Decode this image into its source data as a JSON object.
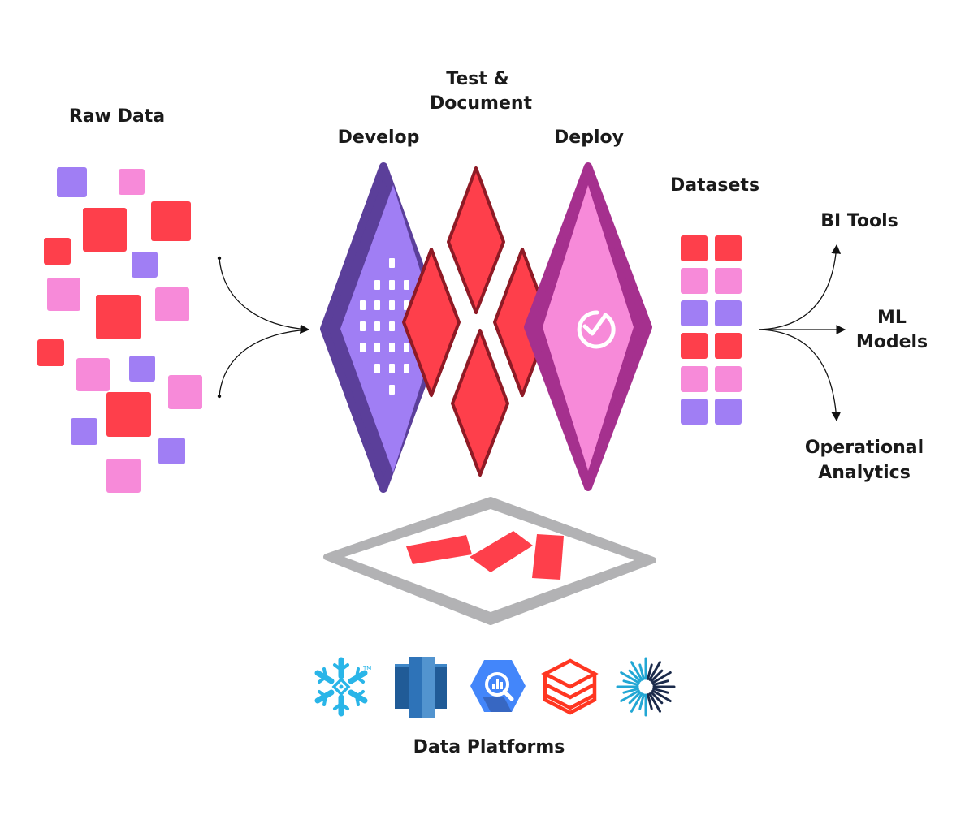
{
  "labels": {
    "raw_data": "Raw Data",
    "test_document": [
      "Test &",
      "Document"
    ],
    "develop": "Develop",
    "deploy": "Deploy",
    "datasets": "Datasets",
    "bi_tools": "BI Tools",
    "ml_models": [
      "ML",
      "Models"
    ],
    "operational_analytics": [
      "Operational",
      "Analytics"
    ],
    "data_platforms": "Data Platforms"
  },
  "trademark": "TM",
  "platform_logos": [
    "snowflake-logo",
    "redshift-logo",
    "bigquery-logo",
    "databricks-logo",
    "starburst-logo"
  ],
  "colors": {
    "red": "#fe3f4b",
    "pink": "#f78ad9",
    "purple": "#a07ef4",
    "develop_border": "#5b3f9a",
    "deploy_border": "#a5308e",
    "test_border": "#8e1a25",
    "platform_gray": "#b2b2b4"
  }
}
